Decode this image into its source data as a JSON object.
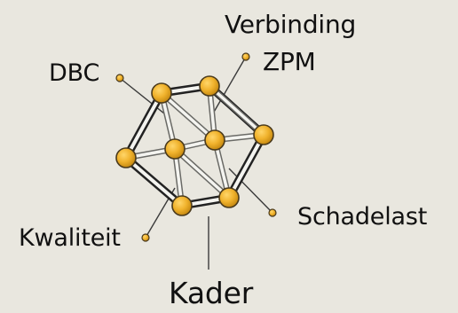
{
  "labels": {
    "verbinding": "Verbinding",
    "zpm": "ZPM",
    "dbc": "DBC",
    "schadelast": "Schadelast",
    "kwaliteit": "Kwaliteit",
    "kader": "Kader"
  },
  "colors": {
    "background": "#e9e7df",
    "node_fill": "#f0b22c",
    "node_stroke": "#4a3a1c",
    "frame_outline": "#222222",
    "strut": "#f4f4f0",
    "pointer": "#3a3a3a"
  }
}
